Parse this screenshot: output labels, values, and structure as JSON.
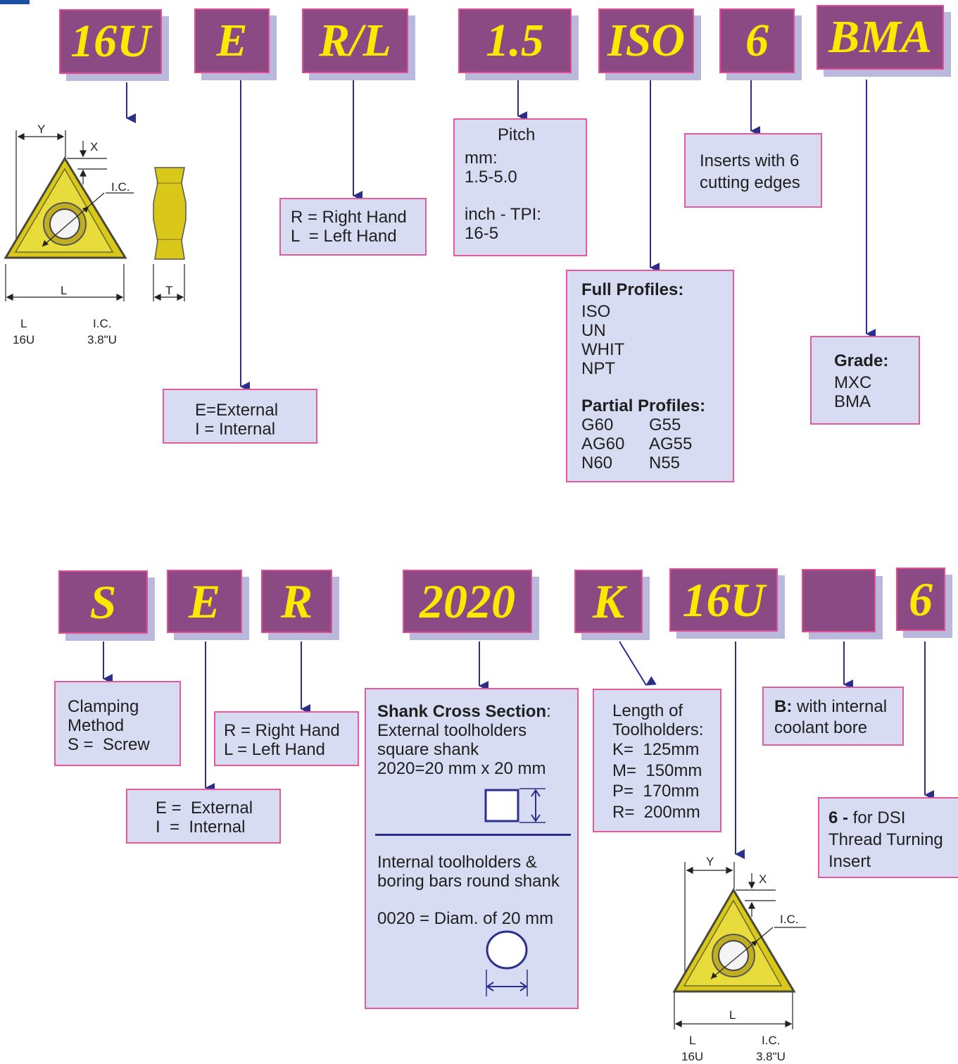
{
  "top_row": {
    "codes": [
      "16U",
      "E",
      "R/L",
      "1.5",
      "ISO",
      "6",
      "BMA"
    ],
    "insert_diagram": {
      "y": "Y",
      "x": "X",
      "ic": "I.C.",
      "l": "L",
      "t": "T",
      "table": {
        "col1_header": "L",
        "col1_value": "16U",
        "col2_header": "I.C.",
        "col2_value": "3.8\"U"
      }
    },
    "ext_int": {
      "line1": "E=External",
      "line2": "I = Internal"
    },
    "hand": {
      "line1": "R = Right Hand",
      "line2": "L  = Left Hand"
    },
    "pitch": {
      "title": "Pitch",
      "mm_label": "mm:",
      "mm_range": "1.5-5.0",
      "inch_label": "inch - TPI:",
      "inch_range": "16-5"
    },
    "profiles": {
      "full_title": "Full Profiles:",
      "full": [
        "ISO",
        "UN",
        "WHIT",
        "NPT"
      ],
      "partial_title": "Partial Profiles:",
      "partial_col1": [
        "G60",
        "AG60",
        "N60"
      ],
      "partial_col2": [
        "G55",
        "AG55",
        "N55"
      ]
    },
    "edges": {
      "line1": "Inserts with 6",
      "line2": "cutting edges"
    },
    "grade": {
      "title": "Grade:",
      "items": [
        "MXC",
        "BMA"
      ]
    }
  },
  "bottom_row": {
    "codes": [
      "S",
      "E",
      "R",
      "2020",
      "K",
      "16U",
      "",
      "6"
    ],
    "clamping": {
      "line1": "Clamping",
      "line2": "Method",
      "line3": "S =  Screw"
    },
    "hand": {
      "line1": "R = Right Hand",
      "line2": "L = Left Hand"
    },
    "ext_int": {
      "line1": "E =  External",
      "line2": "I  =  Internal"
    },
    "shank": {
      "title": "Shank Cross Section",
      "colon": ":",
      "line1": "External toolholders",
      "line2": "square shank",
      "line3": "2020=20 mm x 20 mm",
      "line4": "Internal toolholders &",
      "line5": "boring bars round shank",
      "line6": "0020 = Diam. of 20 mm"
    },
    "length": {
      "line1": "Length of",
      "line2": "Toolholders:",
      "items": [
        "K=  125mm",
        "M=  150mm",
        "P=  170mm",
        "R=  200mm"
      ]
    },
    "coolant": {
      "bold": "B:",
      "line1": " with internal",
      "line2": "coolant bore"
    },
    "dsi": {
      "bold": "6 -",
      "line1": " for DSI",
      "line2": "Thread Turning",
      "line3": "Insert"
    },
    "insert_diagram": {
      "y": "Y",
      "x": "X",
      "ic": "I.C.",
      "l": "L",
      "table": {
        "col1_header": "L",
        "col1_value": "16U",
        "col2_header": "I.C.",
        "col2_value": "3.8\"U"
      }
    }
  },
  "colors": {
    "code_bg": "#8b4a84",
    "code_text": "#ffe800",
    "box_bg": "#d8dcf2",
    "box_border": "#e35b9c",
    "arrow": "#2a2f8c"
  }
}
